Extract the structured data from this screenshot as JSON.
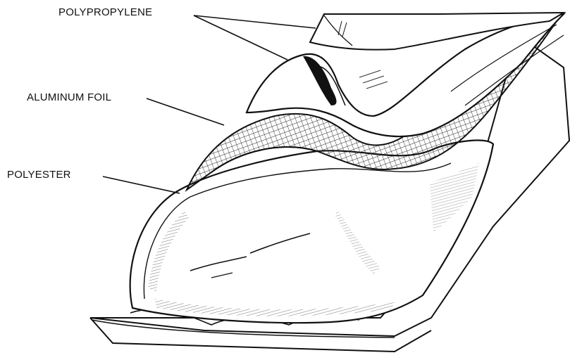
{
  "labels": {
    "polypropylene": "POLYPROPYLENE",
    "aluminum_foil": "ALUMINUM FOIL",
    "polyester": "POLYESTER"
  },
  "colors": {
    "ink": "#111111",
    "paper": "#ffffff"
  }
}
